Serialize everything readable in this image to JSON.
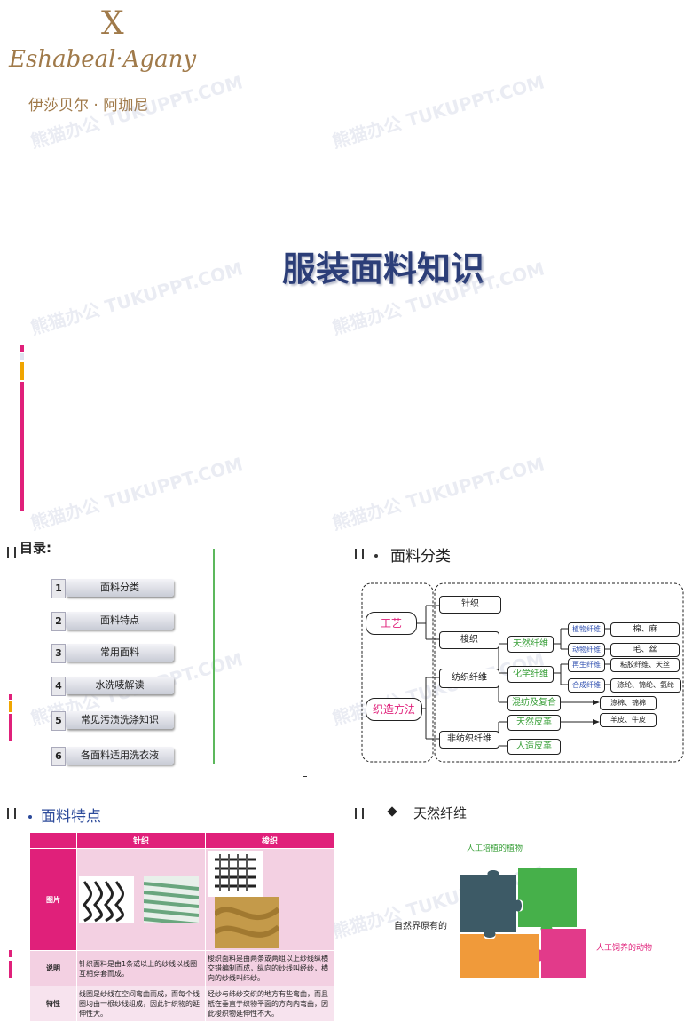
{
  "brand": {
    "logo_mark": "X",
    "logo_text": "Eshabeal·Agany",
    "logo_cn": "伊莎贝尔 · 阿珈尼"
  },
  "watermark": "熊猫办公 TUKUPPT.COM",
  "title": "服装面料知识",
  "toc": {
    "heading": "目录:",
    "items": [
      {
        "num": "1",
        "label": "面料分类"
      },
      {
        "num": "2",
        "label": "面料特点"
      },
      {
        "num": "3",
        "label": "常用面料"
      },
      {
        "num": "4",
        "label": "水洗唛解读"
      },
      {
        "num": "5",
        "label": "常见污渍洗涤知识"
      },
      {
        "num": "6",
        "label": "各面料适用洗衣液"
      }
    ]
  },
  "classify": {
    "heading": "面料分类",
    "gongyi": "工艺",
    "zhizao": "织造方法",
    "zhenzhi": "针织",
    "suozhi": "梭织",
    "fangzhi": "纺织纤维",
    "feifangzhi": "非纺织纤维",
    "tianran": "天然纤维",
    "huaxue": "化学纤维",
    "hunfang": "混纺及复合",
    "tianranpige": "天然皮革",
    "rengzaopige": "人造皮革",
    "zhiwu": "植物纤维",
    "dongwu": "动物纤维",
    "zaisheng": "再生纤维",
    "hecheng": "合成纤维",
    "mianma": "棉、麻",
    "maosi": "毛、丝",
    "nianjiao": "粘胶纤维、天丝",
    "dilun": "涤纶、锦纶、氨纶",
    "dimian": "涤棉、锦棉",
    "yangpi": "羊皮、牛皮"
  },
  "features": {
    "heading": "面料特点",
    "col1": "针织",
    "col2": "梭织",
    "rows": [
      {
        "label": "图片",
        "a": "",
        "b": ""
      },
      {
        "label": "说明",
        "a": "针织面料是由1条或以上的纱线以线圈互相穿套而成。",
        "b": "梭织面料是由两条或两组以上纱线纵横交错编制而成，纵向的纱线叫经纱，横向的纱线叫纬纱。"
      },
      {
        "label": "特性",
        "a": "线圈是纱线在空间弯曲而成，而每个线圈均由一根纱线组成，因此针织物的延伸性大。",
        "b": "经纱与纬纱交织的地方有些弯曲，而且祇在垂直于织物平面的方向内弯曲，因此梭织物延伸性不大。"
      }
    ]
  },
  "natural": {
    "heading": "天然纤维",
    "label_top": "人工培植的植物",
    "label_left": "自然界原有的",
    "label_right": "人工饲养的动物"
  },
  "colors": {
    "accent": "#e0207a",
    "green": "#3aa03a",
    "title": "#2c3e78"
  }
}
